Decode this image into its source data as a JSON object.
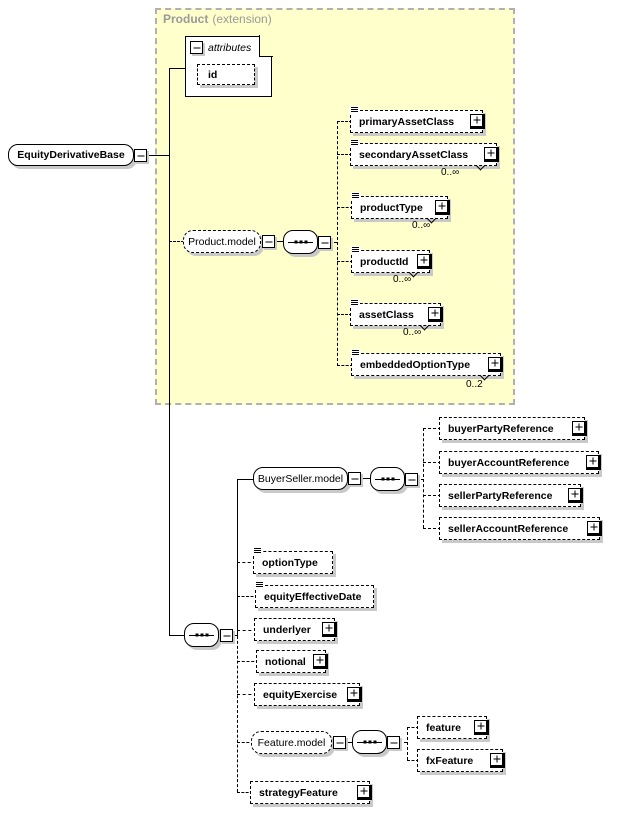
{
  "colors": {
    "extension_bg": "#ffffcc",
    "extension_border": "#b0b0b0",
    "node_border": "#000000",
    "shadow": "#c9c9c9",
    "header_text": "#9a9a9a"
  },
  "root": {
    "label": "EquityDerivativeBase"
  },
  "extension": {
    "title": "Product",
    "subtitle": "(extension)"
  },
  "attributes": {
    "label": "attributes",
    "items": [
      {
        "label": "id"
      }
    ]
  },
  "productModel": {
    "label": "Product.model",
    "children": [
      {
        "label": "primaryAssetClass",
        "occurs": ""
      },
      {
        "label": "secondaryAssetClass",
        "occurs": "0..∞"
      },
      {
        "label": "productType",
        "occurs": "0..∞"
      },
      {
        "label": "productId",
        "occurs": "0..∞"
      },
      {
        "label": "assetClass",
        "occurs": "0..∞"
      },
      {
        "label": "embeddedOptionType",
        "occurs": "0..2"
      }
    ]
  },
  "buyerSellerModel": {
    "label": "BuyerSeller.model",
    "children": [
      {
        "label": "buyerPartyReference"
      },
      {
        "label": "buyerAccountReference"
      },
      {
        "label": "sellerPartyReference"
      },
      {
        "label": "sellerAccountReference"
      }
    ]
  },
  "mainSequence": {
    "children": [
      {
        "label": "optionType"
      },
      {
        "label": "equityEffectiveDate"
      },
      {
        "label": "underlyer"
      },
      {
        "label": "notional"
      },
      {
        "label": "equityExercise"
      },
      {
        "label": "strategyFeature"
      }
    ]
  },
  "featureModel": {
    "label": "Feature.model",
    "children": [
      {
        "label": "feature"
      },
      {
        "label": "fxFeature"
      }
    ]
  }
}
